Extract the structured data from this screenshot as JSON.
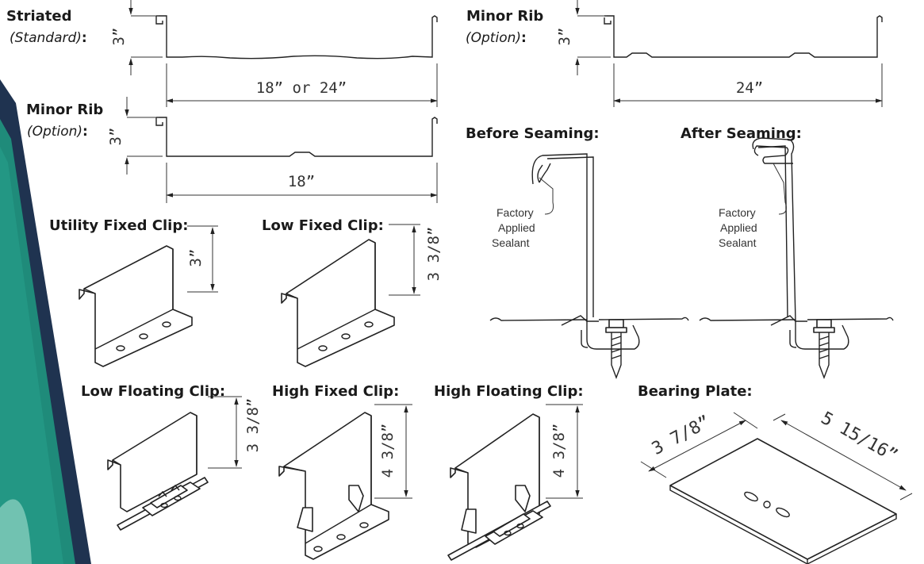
{
  "labels": {
    "striated_title": "Striated",
    "striated_sub": "(Standard)",
    "minor_rib_right_title": "Minor Rib",
    "minor_rib_right_sub": "(Option)",
    "minor_rib_left_title": "Minor Rib",
    "minor_rib_left_sub": "(Option)",
    "colon": ":",
    "before_seaming": "Before Seaming:",
    "after_seaming": "After Seaming:",
    "utility_fixed_clip": "Utility Fixed Clip:",
    "low_fixed_clip": "Low Fixed Clip:",
    "low_floating_clip": "Low Floating Clip:",
    "high_fixed_clip": "High Fixed Clip:",
    "high_floating_clip": "High Floating Clip:",
    "bearing_plate": "Bearing Plate:"
  },
  "dimensions": {
    "panel_height": "3”",
    "striated_width": "18” or 24”",
    "minor_rib_left_width": "18”",
    "minor_rib_right_width": "24”",
    "utility_clip_height": "3”",
    "low_clip_height": "3 3/8”",
    "high_clip_height": "4 3/8”",
    "plate_width": "3 7/8”",
    "plate_length": "5 15/16”"
  },
  "sealant_note": [
    "Factory",
    "Applied",
    "Sealant"
  ],
  "colors": {
    "teal": "#1f8b7a",
    "navy": "#1f3350",
    "light_teal": "#7fc9b8",
    "line": "#222222"
  }
}
